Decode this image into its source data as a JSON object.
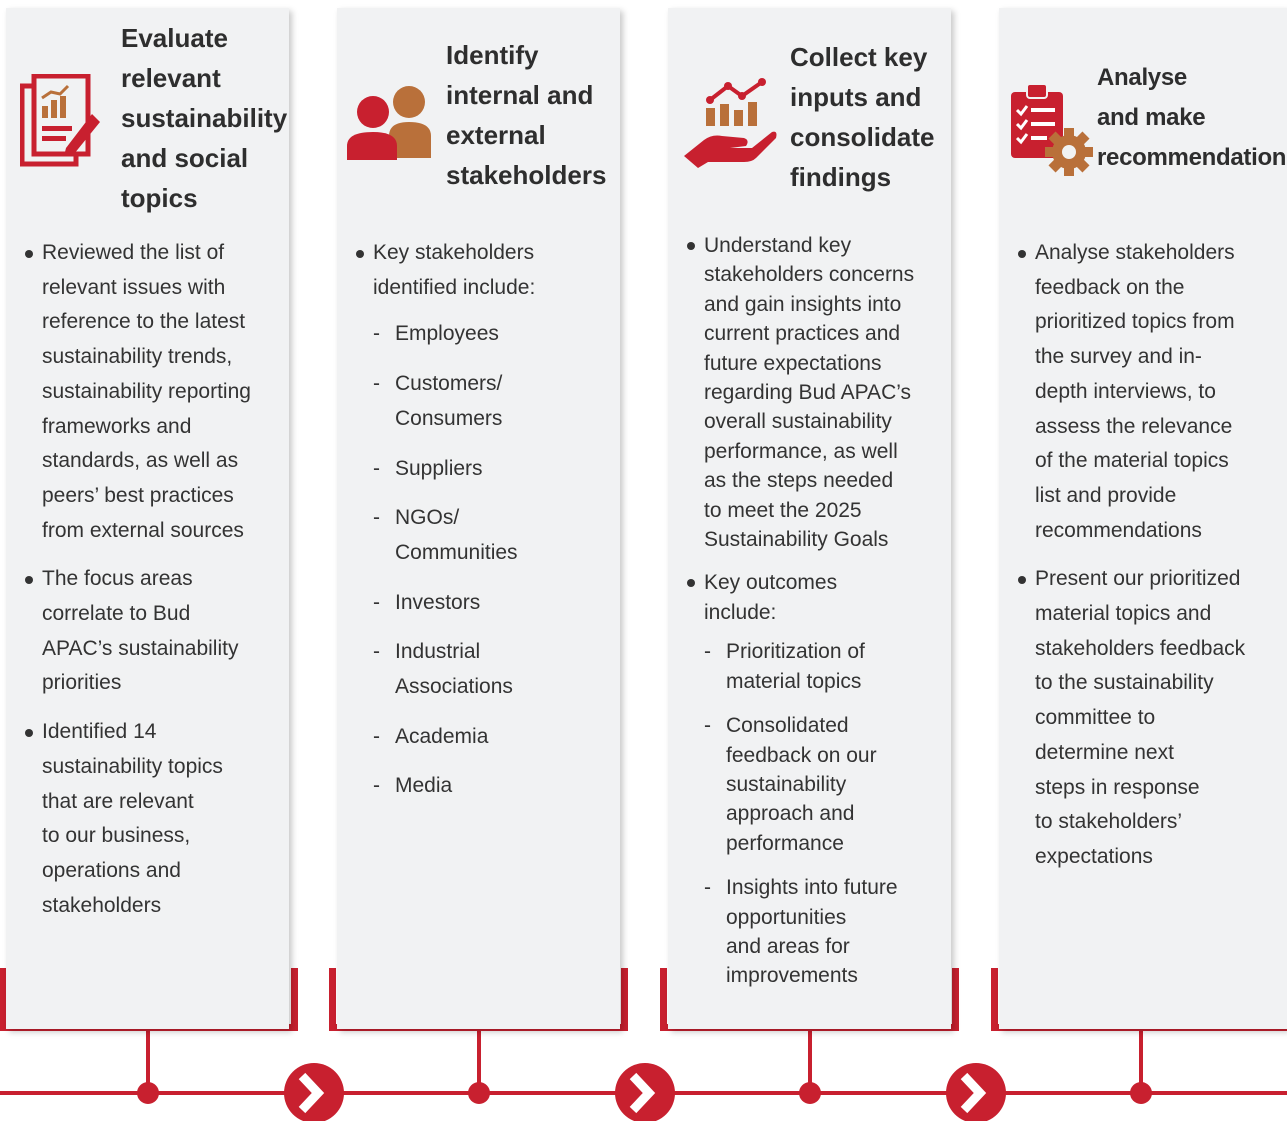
{
  "colors": {
    "accent": "#c8202f",
    "secondary": "#b9703a",
    "card_bg": "#f1f2f3",
    "text": "#333333"
  },
  "steps": [
    {
      "icon": "report-chart-pen-icon",
      "title": [
        "Evaluate",
        "relevant",
        "sustainability",
        "and social",
        "topics"
      ],
      "bullets": [
        {
          "lines": [
            "Reviewed the list of",
            "relevant issues with",
            "reference to the latest",
            "sustainability trends,",
            "sustainability reporting",
            "frameworks and",
            "standards, as well as",
            "peers’ best practices",
            "from external sources"
          ]
        },
        {
          "lines": [
            "The focus areas",
            "correlate to Bud",
            "APAC’s sustainability",
            "priorities"
          ]
        },
        {
          "lines": [
            "Identified 14",
            "sustainability topics",
            "that are relevant",
            "to our business,",
            "operations and",
            "stakeholders"
          ]
        }
      ]
    },
    {
      "icon": "people-icon",
      "title": [
        "Identify",
        "internal and",
        "external",
        "stakeholders"
      ],
      "bullets": [
        {
          "lines": [
            "Key stakeholders",
            "identified include:"
          ],
          "sub": [
            [
              "Employees"
            ],
            [
              "Customers/",
              "Consumers"
            ],
            [
              "Suppliers"
            ],
            [
              "NGOs/",
              "Communities"
            ],
            [
              "Investors"
            ],
            [
              "Industrial",
              "Associations"
            ],
            [
              "Academia"
            ],
            [
              "Media"
            ]
          ]
        }
      ]
    },
    {
      "icon": "hand-chart-icon",
      "title": [
        "Collect key",
        "inputs and",
        "consolidate",
        "findings"
      ],
      "bullets": [
        {
          "lines": [
            "Understand key",
            "stakeholders concerns",
            "and gain insights into",
            "current practices and",
            "future expectations",
            "regarding Bud APAC’s",
            "overall sustainability",
            "performance, as well",
            "as the steps needed",
            "to meet the 2025",
            "Sustainability Goals"
          ]
        },
        {
          "lines": [
            "Key outcomes",
            "include:"
          ],
          "sub": [
            [
              "Prioritization of",
              "material topics"
            ],
            [
              "Consolidated",
              "feedback on our",
              "sustainability",
              "approach and",
              "performance"
            ],
            [
              "Insights into future",
              "opportunities",
              "and areas for",
              "improvements"
            ]
          ]
        }
      ]
    },
    {
      "icon": "clipboard-gear-icon",
      "title": [
        "Analyse",
        "and make",
        "recommendations"
      ],
      "bullets": [
        {
          "lines": [
            "Analyse stakeholders",
            "feedback on the",
            "prioritized topics from",
            "the survey and in-",
            "depth interviews, to",
            "assess the relevance",
            "of the material topics",
            "list and provide",
            "recommendations"
          ]
        },
        {
          "lines": [
            "Present our prioritized",
            "material topics and",
            "stakeholders feedback",
            "to the sustainability",
            "committee to",
            "determine next",
            "steps in response",
            "to stakeholders’",
            "expectations"
          ]
        }
      ]
    }
  ]
}
